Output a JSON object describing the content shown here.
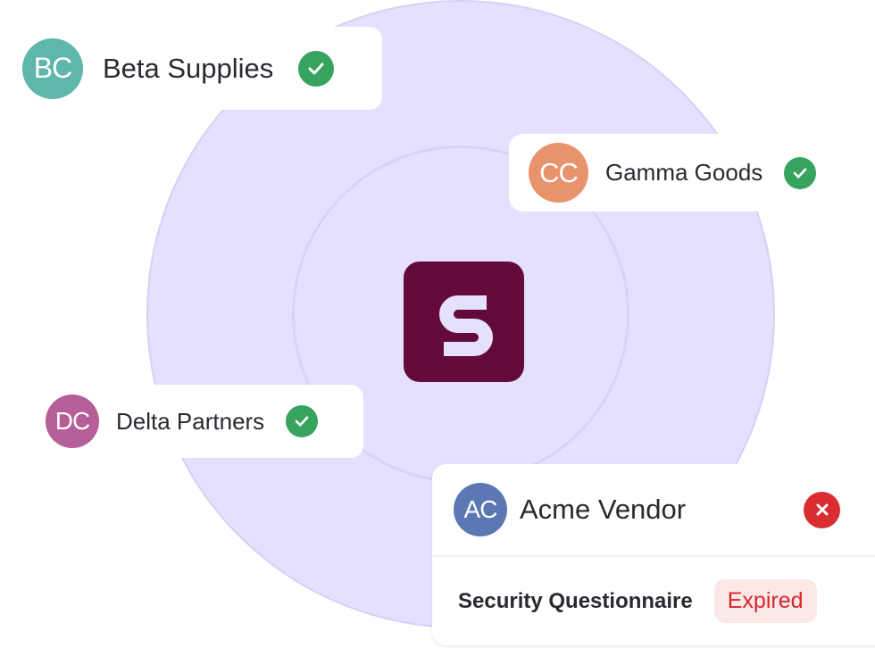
{
  "colors": {
    "ring_fill": "#e4e0fe",
    "ring_stroke": "#d6d0f7",
    "logo_bg": "#640a3b",
    "logo_glyph": "#e4e0fe",
    "success": "#36a35f",
    "error": "#da2d32",
    "badge_bg": "#fde8e8",
    "badge_text": "#d8262e"
  },
  "center_logo": {
    "icon": "s-logo-icon"
  },
  "vendors": [
    {
      "initials": "BC",
      "name": "Beta Supplies",
      "status": "verified",
      "status_icon": "check-circle-icon",
      "avatar_color": "#5fb6aa"
    },
    {
      "initials": "CC",
      "name": "Gamma Goods",
      "status": "verified",
      "status_icon": "check-circle-icon",
      "avatar_color": "#e8936c"
    },
    {
      "initials": "DC",
      "name": "Delta Partners",
      "status": "verified",
      "status_icon": "check-circle-icon",
      "avatar_color": "#b55e97"
    },
    {
      "initials": "AC",
      "name": "Acme Vendor",
      "status": "failed",
      "status_icon": "x-circle-icon",
      "avatar_color": "#5b78b5",
      "detail": {
        "document": "Security Questionnaire",
        "badge": "Expired"
      }
    }
  ]
}
